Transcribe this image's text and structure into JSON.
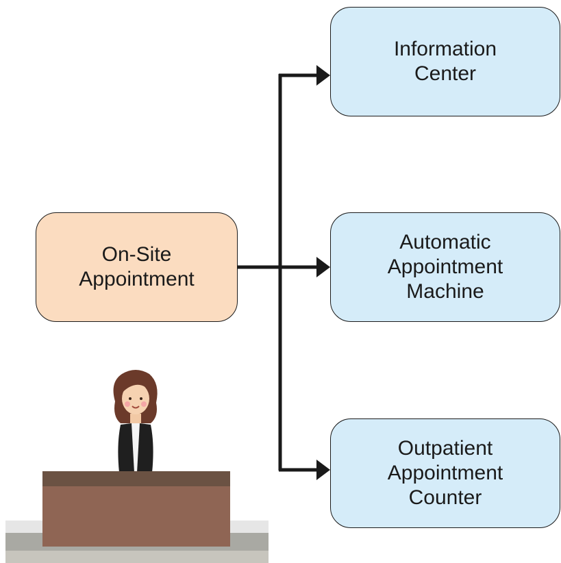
{
  "colors": {
    "source_fill": "#fbdcc0",
    "target_fill": "#d5ecf9",
    "line": "#1a1a1a"
  },
  "source": {
    "lines": [
      "On-Site",
      "Appointment"
    ]
  },
  "targets": [
    {
      "lines": [
        "Information",
        "Center"
      ]
    },
    {
      "lines": [
        "Automatic",
        "Appointment",
        "Machine"
      ]
    },
    {
      "lines": [
        "Outpatient",
        "Appointment",
        "Counter"
      ]
    }
  ]
}
